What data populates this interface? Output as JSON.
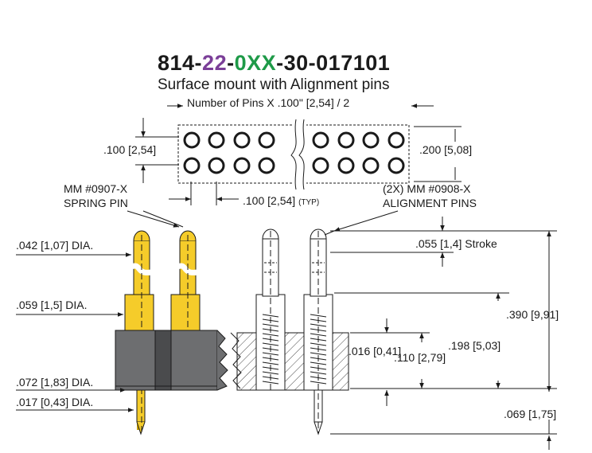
{
  "part_number": {
    "segments": [
      {
        "text": "814-",
        "color": "#1a1a1a"
      },
      {
        "text": "22",
        "color": "#7b3f98"
      },
      {
        "text": "-",
        "color": "#1a1a1a"
      },
      {
        "text": "0XX",
        "color": "#1e9a48"
      },
      {
        "text": "-30-017101",
        "color": "#1a1a1a"
      }
    ]
  },
  "subtitle": "Surface mount with Alignment pins",
  "top_view": {
    "pin_count_label": "Number of Pins X .100\" [2,54] / 2",
    "row_pitch_label": ".100 [2,54]",
    "width_label": ".200 [5,08]",
    "col_pitch_label": ".100 [2,54]",
    "col_pitch_typ": "(TYP)"
  },
  "callouts": {
    "spring_pin_line1": "MM #0907-X",
    "spring_pin_line2": "SPRING PIN",
    "align_pin_line1": "(2X) MM #0908-X",
    "align_pin_line2": "ALIGNMENT PINS"
  },
  "dimensions": {
    "tip_dia": ".042 [1,07] DIA.",
    "barrel_dia": ".059 [1,5] DIA.",
    "base_dia": ".072 [1,83] DIA.",
    "tail_dia": ".017 [0,43] DIA.",
    "stroke": ".055 [1,4] Stroke",
    "overall_height": ".390 [9,91]",
    "body_height": ".198 [5,03]",
    "insulator": ".016 [0,41]",
    "gap": ".110 [2,79]",
    "tail_length": ".069 [1,75]"
  },
  "colors": {
    "gold": "#f5cc2a",
    "gold_dark": "#c9a200",
    "insulator": "#6d6e70",
    "insulator_dark": "#4a4b4d",
    "line": "#1a1a1a"
  }
}
